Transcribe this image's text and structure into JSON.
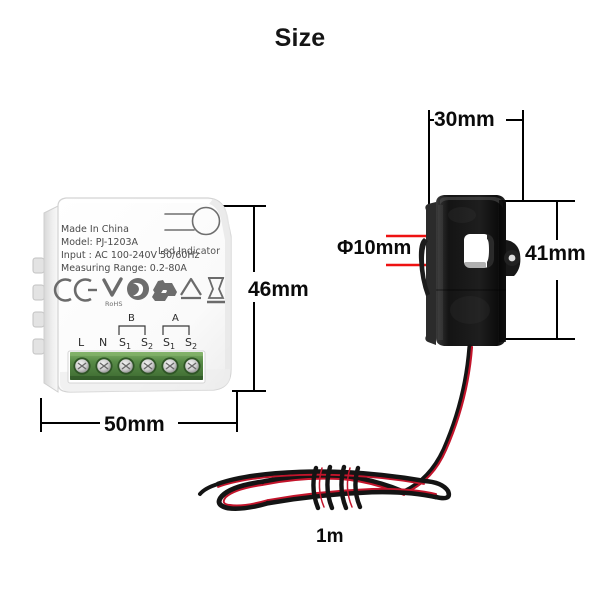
{
  "page": {
    "title": "Size",
    "background_color": "#ffffff"
  },
  "module": {
    "name": "energy-meter-module",
    "label_lines": [
      "Made In China",
      "Model: PJ-1203A",
      "Input : AC 100-240V 50/60Hz",
      "Measuring Range: 0.2-80A"
    ],
    "led_indicator_label": "Led Indicator",
    "body_color": "#f7f7f7",
    "terminal_block_color": "#5f8f4e",
    "terminals": [
      {
        "label": "L",
        "sub": ""
      },
      {
        "label": "N",
        "sub": ""
      },
      {
        "label": "S",
        "sub": "1"
      },
      {
        "label": "S",
        "sub": "2"
      },
      {
        "label": "S",
        "sub": "1"
      },
      {
        "label": "S",
        "sub": "2"
      }
    ],
    "terminal_groups": [
      {
        "label": "B"
      },
      {
        "label": "A"
      }
    ],
    "certification_icons": [
      "ce-icon",
      "rohs-check-icon",
      "green-dot-icon",
      "recycling-icon",
      "house-icon",
      "weee-crossed-bin-icon"
    ],
    "rohs_text": "RoHS"
  },
  "clamp": {
    "name": "ct-clamp-sensor",
    "body_color": "#1a1a1a",
    "aperture_color": "#ffffff",
    "cable_colors": {
      "black": "#141414",
      "red": "#c3142b"
    }
  },
  "dimensions": {
    "module_width": "50mm",
    "module_height": "46mm",
    "clamp_width": "30mm",
    "clamp_height": "41mm",
    "aperture_diameter": "Φ10mm",
    "cable_length": "1m",
    "leader_line_color": "#ee1111",
    "dimension_line_color": "#000000"
  }
}
